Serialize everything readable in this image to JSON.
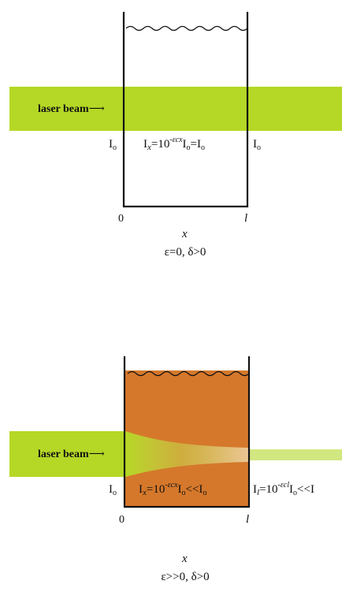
{
  "colors": {
    "beam": "#b5d826",
    "beam_faint": "#c9e36a",
    "solution": "#d5782b",
    "wall": "#111111",
    "text": "#111111"
  },
  "top_panel": {
    "beam_label": "laser beam",
    "intensity_in": "I",
    "intensity_in_sub": "o",
    "eq_I": "I",
    "eq_x": "x",
    "eq_mid": "=10",
    "eq_exp": "-εcx",
    "eq_rhs_I": "I",
    "eq_rhs_o": "o",
    "eq_eq": "=I",
    "eq_eq_o": "o",
    "intensity_out": "I",
    "intensity_out_sub": "o",
    "axis_zero": "0",
    "axis_l": "l",
    "axis_var": "x",
    "condition": "ε=0, δ>0"
  },
  "bottom_panel": {
    "beam_label": "laser beam",
    "intensity_in": "I",
    "intensity_in_sub": "o",
    "eq_I": "I",
    "eq_x": "x",
    "eq_mid": "=10",
    "eq_exp": "-εcx",
    "eq_rhs_I": "I",
    "eq_rhs_o": "o",
    "eq_cmp": "<<I",
    "eq_cmp_o": "o",
    "out_I": "I",
    "out_l": "l",
    "out_mid": "=10",
    "out_exp": "-εcl",
    "out_rhs_I": "I",
    "out_rhs_o": "o",
    "out_cmp": "<<I",
    "axis_zero": "0",
    "axis_l": "l",
    "axis_var": "x",
    "condition": "ε>>0, δ>0"
  }
}
